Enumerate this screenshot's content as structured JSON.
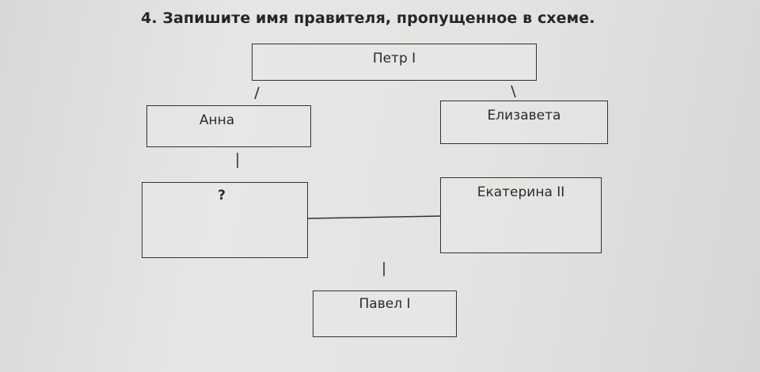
{
  "task": {
    "title": "4. Запишите имя правителя, пропущенное в схеме."
  },
  "scheme": {
    "root": "Петр I",
    "left_child": "Анна",
    "right_child": "Елизавета",
    "missing": "?",
    "spouse": "Екатерина II",
    "descendant": "Павел I"
  }
}
